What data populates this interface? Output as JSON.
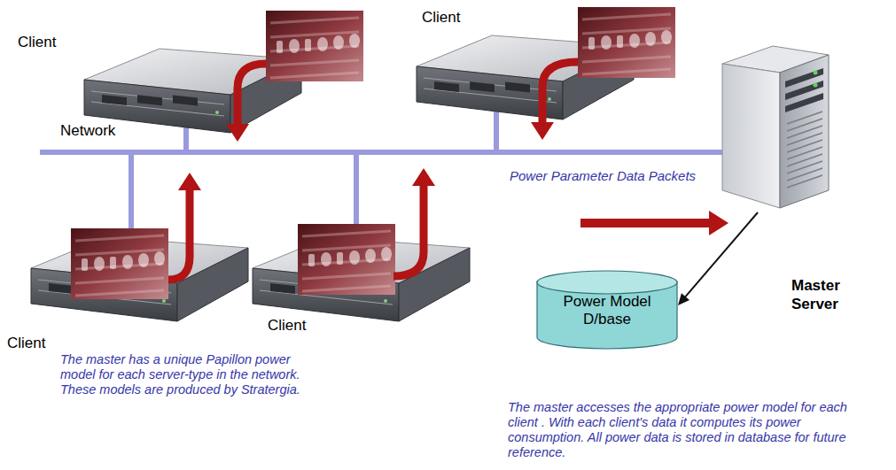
{
  "diagram": {
    "nodes": [
      {
        "text": [
          "Master Server"
        ]
      },
      {
        "text": [
          "Power Model D/base"
        ]
      }
    ],
    "edges": [
      {
        "from": 0,
        "to": 1,
        "arrow": "to"
      }
    ],
    "labels": [
      "Client",
      "Client",
      "Network",
      "Power Parameter Data Packets",
      "Client",
      "Client",
      "The master has a unique Papillon power model for each server-type in the network. These models are produced by Stratergia.",
      "The master accesses the appropriate power model for each client . With each client's data it computes its power consumption. All power data is stored in database for future reference."
    ]
  }
}
